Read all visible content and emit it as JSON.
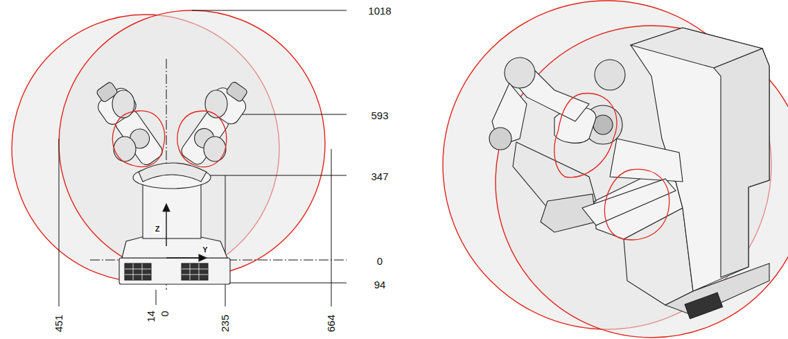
{
  "diagram": {
    "labels": [
      "1018",
      "593",
      "347",
      "0",
      "94",
      "451",
      "14",
      "0",
      "235",
      "664",
      "Z",
      "Y"
    ]
  }
}
